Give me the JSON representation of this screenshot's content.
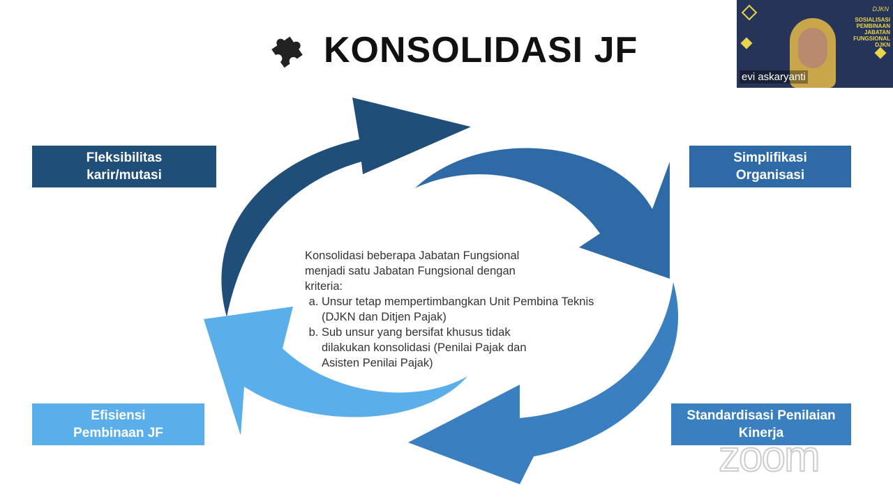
{
  "slide": {
    "title": "KONSOLIDASI JF",
    "boxes": {
      "top_left": "Fleksibilitas karir/mutasi",
      "top_right": "Simplifikasi Organisasi",
      "bottom_left": "Efisiensi Pembinaan JF",
      "bottom_right": "Standardisasi Penilaian Kinerja"
    },
    "center_intro": "Konsolidasi beberapa Jabatan Fungsional menjadi satu Jabatan Fungsional dengan kriteria:",
    "center_items": [
      "Unsur tetap mempertimbangkan Unit Pembina Teknis (DJKN dan Ditjen Pajak)",
      "Sub unsur yang bersifat khusus tidak dilakukan konsolidasi (Penilai Pajak dan Asisten Penilai Pajak)"
    ],
    "colors": {
      "dark": "#1f4e79",
      "mid": "#2e6aa6",
      "blue": "#3a7fc0",
      "light": "#5aafea"
    }
  },
  "video": {
    "participant_name": "evi askaryanti",
    "background_text": "SOSIALISASI PEMBINAAN JABATAN FUNGSIONAL DJKN",
    "logo_text": "DJKN"
  },
  "watermark": "zoom"
}
